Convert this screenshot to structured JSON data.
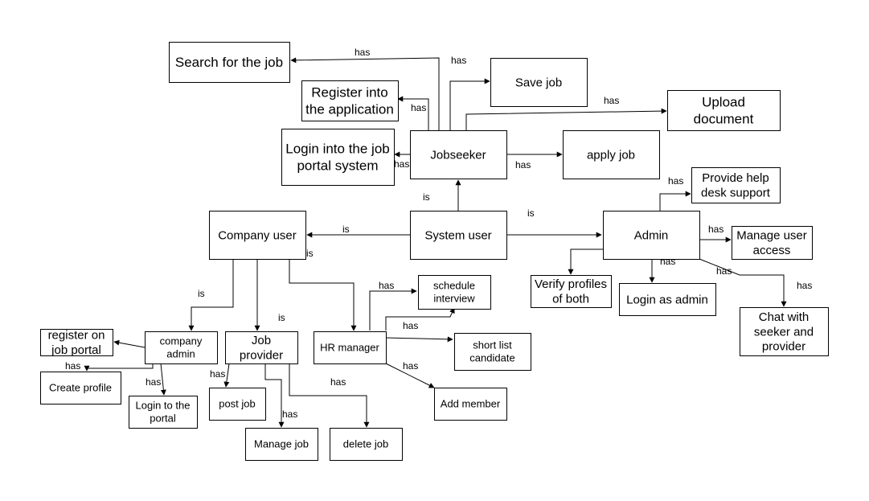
{
  "diagram": {
    "nodes": {
      "search_job": [
        "Search for the job"
      ],
      "register_app": [
        "Register into",
        "the application"
      ],
      "login_portal": [
        "Login into the job",
        "portal system"
      ],
      "jobseeker": [
        "Jobseeker"
      ],
      "save_job": [
        "Save job"
      ],
      "upload_doc": [
        "Upload",
        "document"
      ],
      "apply_job": [
        "apply job"
      ],
      "system_user": [
        "System user"
      ],
      "company_user": [
        "Company user"
      ],
      "admin": [
        "Admin"
      ],
      "help_desk": [
        "Provide help",
        "desk support"
      ],
      "manage_access": [
        "Manage user",
        "access"
      ],
      "verify_profiles": [
        "Verify profiles",
        "of both"
      ],
      "login_admin": [
        "Login as admin"
      ],
      "chat": [
        "Chat with",
        "seeker and",
        "provider"
      ],
      "company_admin": [
        "company",
        "admin"
      ],
      "register_portal": [
        "register on",
        "job portal"
      ],
      "create_profile": [
        "Create profile"
      ],
      "login_to_portal": [
        "Login to the",
        "portal"
      ],
      "job_provider": [
        "Job",
        "provider"
      ],
      "post_job": [
        "post job"
      ],
      "manage_job": [
        "Manage job"
      ],
      "delete_job": [
        "delete job"
      ],
      "hr_manager": [
        "HR manager"
      ],
      "schedule_interview": [
        "schedule",
        "interview"
      ],
      "shortlist": [
        "short list",
        "candidate"
      ],
      "add_member": [
        "Add member"
      ]
    },
    "edge_labels": {
      "is": "is",
      "has": "has"
    }
  }
}
